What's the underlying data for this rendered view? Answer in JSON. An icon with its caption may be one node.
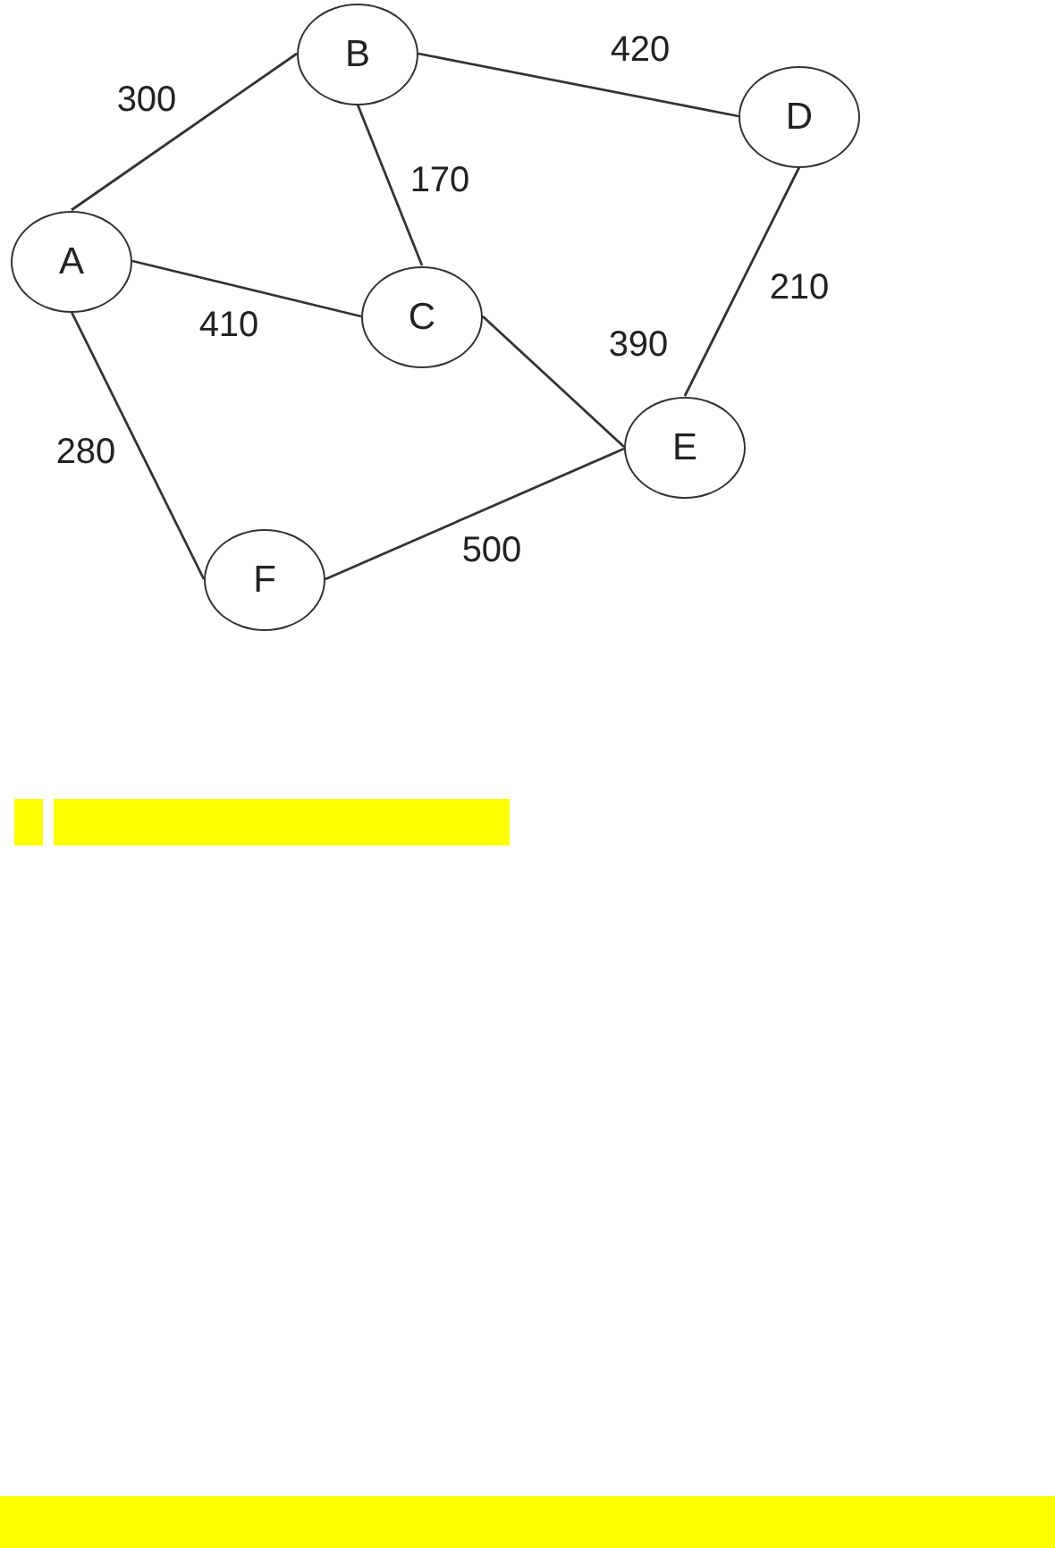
{
  "diagram": {
    "nodes": [
      {
        "text": [
          "B"
        ]
      },
      {
        "text": [
          "D"
        ]
      },
      {
        "text": [
          "A"
        ]
      },
      {
        "text": [
          "C"
        ]
      },
      {
        "text": [
          "E"
        ]
      },
      {
        "text": [
          "F"
        ]
      }
    ],
    "edges": [
      {
        "from": 2,
        "to": 0,
        "arrow": "none",
        "label": "300"
      },
      {
        "from": 0,
        "to": 1,
        "arrow": "none",
        "label": "420"
      },
      {
        "from": 0,
        "to": 3,
        "arrow": "none",
        "label": "170"
      },
      {
        "from": 2,
        "to": 3,
        "arrow": "none",
        "label": "410"
      },
      {
        "from": 1,
        "to": 4,
        "arrow": "none",
        "label": "210"
      },
      {
        "from": 3,
        "to": 4,
        "arrow": "none",
        "label": "390"
      },
      {
        "from": 2,
        "to": 5,
        "arrow": "none",
        "label": "280"
      },
      {
        "from": 5,
        "to": 4,
        "arrow": "none",
        "label": "500"
      }
    ]
  }
}
